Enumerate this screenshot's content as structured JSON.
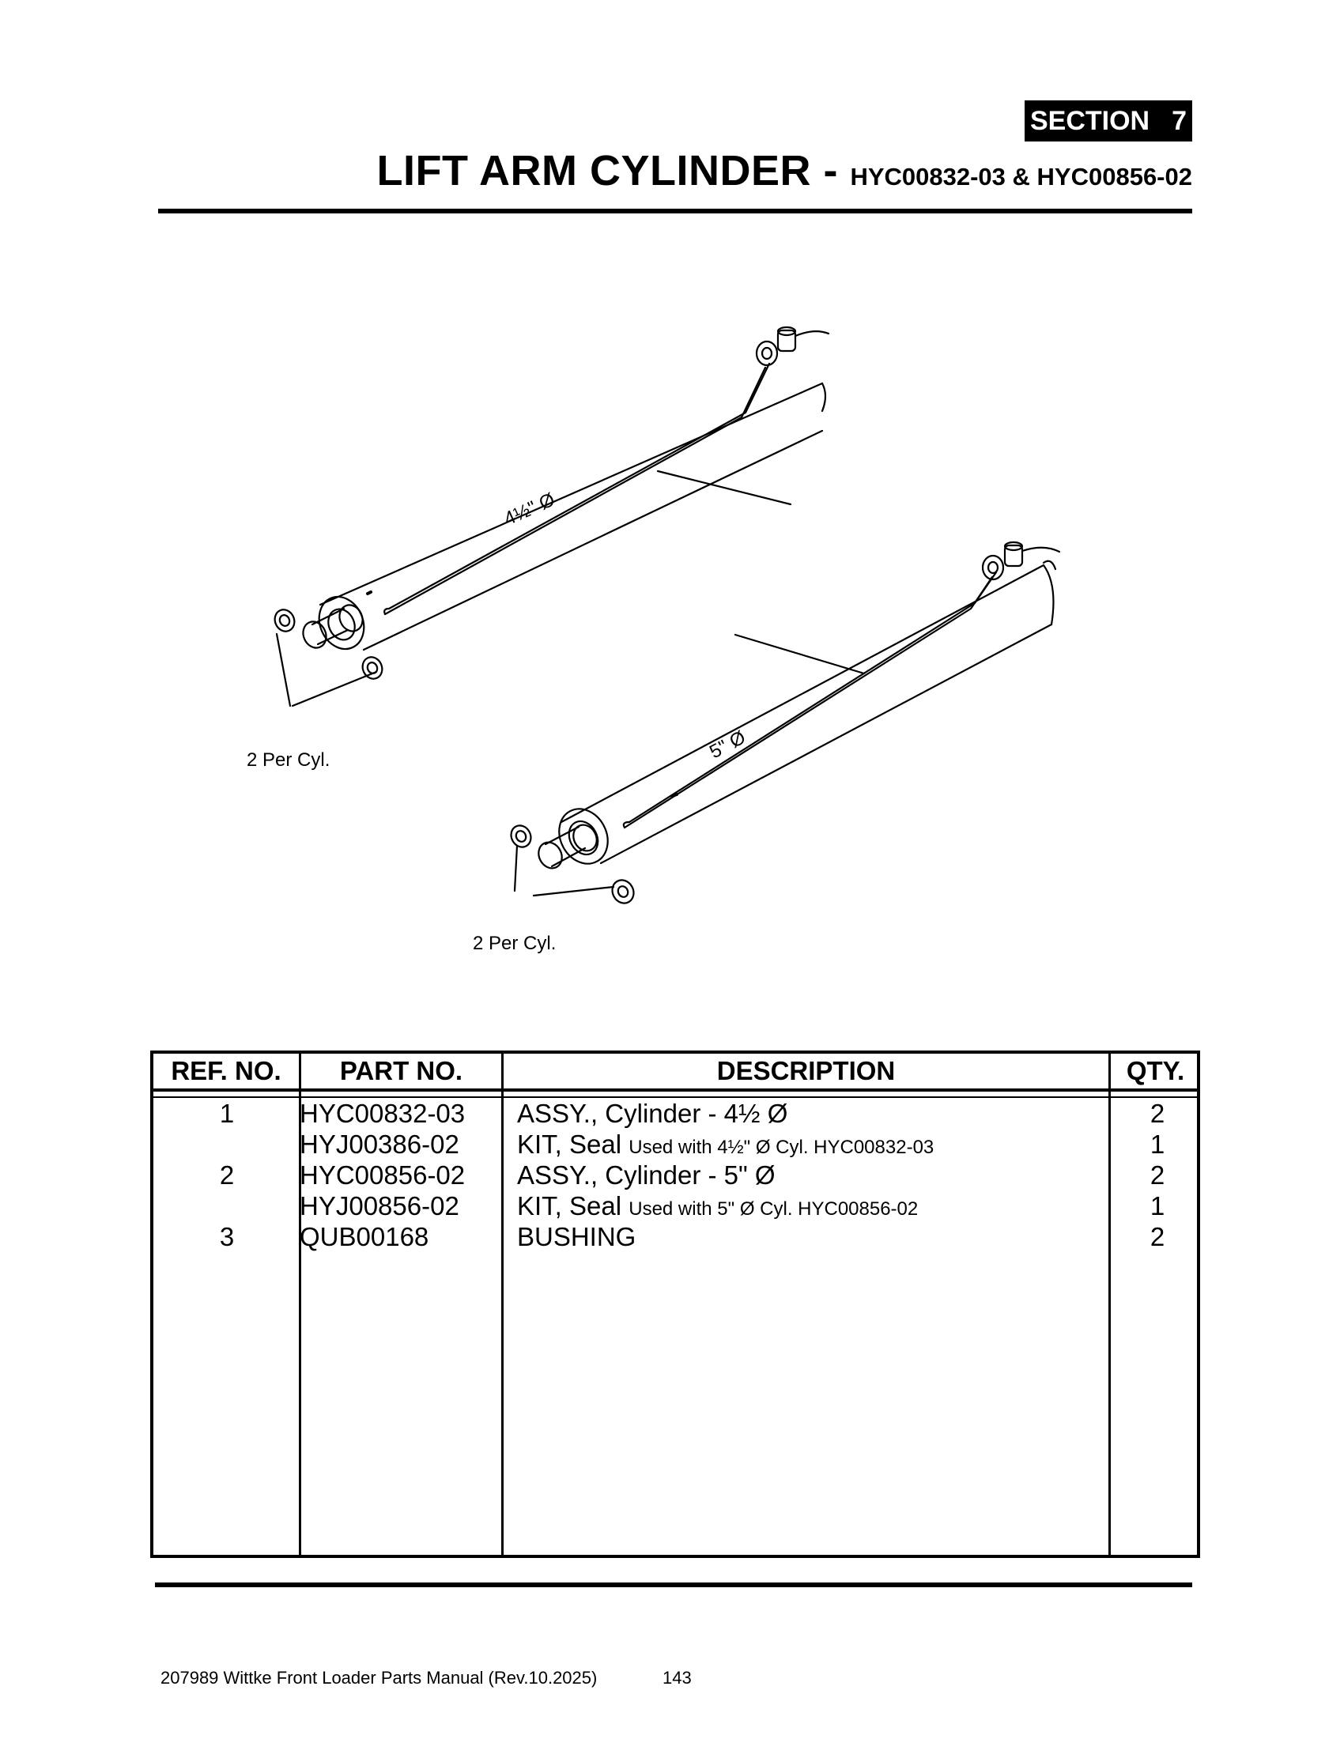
{
  "header": {
    "section_word": "SECTION",
    "section_number": "7",
    "title_main": "LIFT ARM CYLINDER - ",
    "title_models": "HYC00832-03 & HYC00856-02"
  },
  "diagram": {
    "upper_cylinder_dim": "4½\" Ø",
    "lower_cylinder_dim": "5\" Ø",
    "upper_bushing_note": "2 Per Cyl.",
    "lower_bushing_note": "2 Per Cyl."
  },
  "parts_table": {
    "headers": {
      "ref": "REF. NO.",
      "part": "PART NO.",
      "desc": "DESCRIPTION",
      "qty": "QTY."
    },
    "rows": [
      {
        "ref": "1",
        "part": "HYC00832-03",
        "desc": "ASSY., Cylinder - 4½ Ø",
        "note": "",
        "qty": "2"
      },
      {
        "ref": "",
        "part": "HYJ00386-02",
        "desc": "KIT, Seal ",
        "note": "Used with 4½\" Ø Cyl. HYC00832-03",
        "qty": "1"
      },
      {
        "ref": "2",
        "part": "HYC00856-02",
        "desc": "ASSY., Cylinder - 5\" Ø",
        "note": "",
        "qty": "2"
      },
      {
        "ref": "",
        "part": "HYJ00856-02",
        "desc": "KIT, Seal ",
        "note": "Used with 5\" Ø Cyl. HYC00856-02",
        "qty": "1"
      },
      {
        "ref": "3",
        "part": "QUB00168",
        "desc": "BUSHING",
        "note": "",
        "qty": "2"
      }
    ]
  },
  "footer": {
    "manual": "207989 Wittke Front Loader Parts Manual (Rev.10.2025)",
    "page": "143"
  }
}
